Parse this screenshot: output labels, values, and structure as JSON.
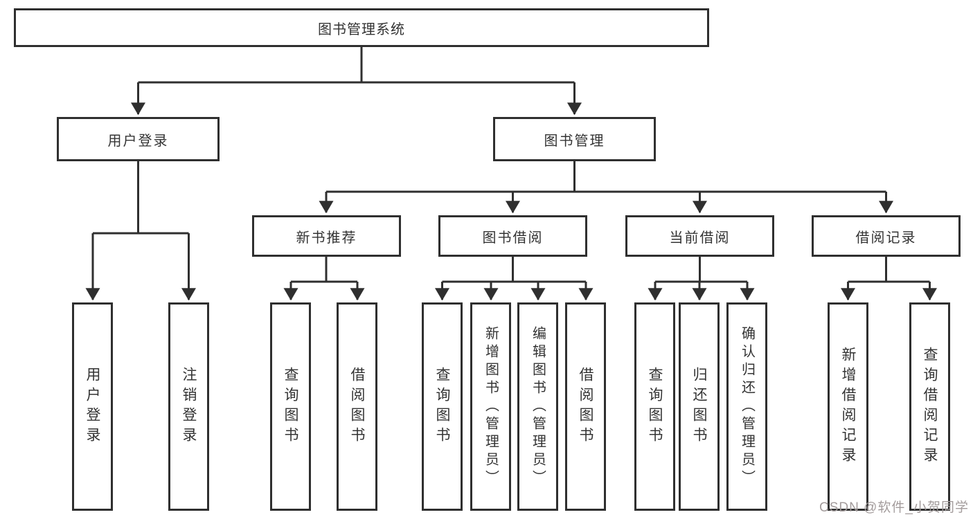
{
  "diagram": {
    "title_node": {
      "label": "图书管理系统"
    },
    "level2": [
      {
        "label": "用户登录"
      },
      {
        "label": "图书管理"
      }
    ],
    "level3": [
      {
        "label": "新书推荐"
      },
      {
        "label": "图书借阅"
      },
      {
        "label": "当前借阅"
      },
      {
        "label": "借阅记录"
      }
    ],
    "leaves": {
      "user_login": [
        {
          "label": "用户登录"
        },
        {
          "label": "注销登录"
        }
      ],
      "new_book": [
        {
          "label": "查询图书"
        },
        {
          "label": "借阅图书"
        }
      ],
      "book_borrow": [
        {
          "label": "查询图书"
        },
        {
          "label": "新增图书（管理员）"
        },
        {
          "label": "编辑图书（管理员）"
        },
        {
          "label": "借阅图书"
        }
      ],
      "current_borrow": [
        {
          "label": "查询图书"
        },
        {
          "label": "归还图书"
        },
        {
          "label": "确认归还（管理员）"
        }
      ],
      "borrow_record": [
        {
          "label": "新增借阅记录"
        },
        {
          "label": "查询借阅记录"
        }
      ]
    }
  },
  "watermark": {
    "text": "CSDN @软件_小贺同学"
  },
  "colors": {
    "line": "#2f2f2f",
    "text": "#333333",
    "background": "#ffffff",
    "watermark": "#a39c9c"
  }
}
